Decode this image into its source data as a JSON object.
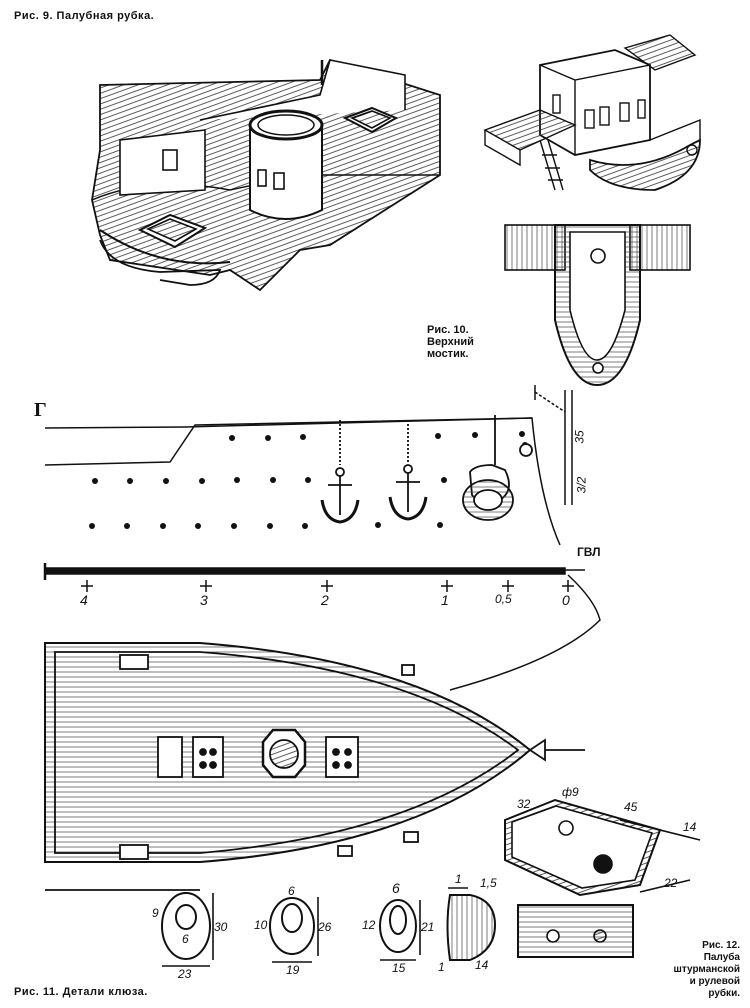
{
  "captions": {
    "fig9": "Рис. 9. Палубная рубка.",
    "fig10_line1": "Рис. 10.",
    "fig10_line2": "Верхний",
    "fig10_line3": "мостик.",
    "fig11": "Рис. 11. Детали клюза.",
    "fig12_line1": "Рис. 12.",
    "fig12_line2": "Палуба",
    "fig12_line3": "штурманской",
    "fig12_line4": "и рулевой",
    "fig12_line5": "рубки."
  },
  "profile": {
    "letter": "Г",
    "waterline_label": "ГВЛ",
    "scale_marks": [
      "4",
      "3",
      "2",
      "1",
      "0,5",
      "0"
    ],
    "side_dims": [
      "35",
      "3/2"
    ]
  },
  "details": {
    "d1": {
      "h": "9",
      "b": "6",
      "w": "23",
      "v": "30"
    },
    "d2": {
      "top": "6",
      "h": "10",
      "w": "19",
      "v": "26"
    },
    "d3": {
      "top": "6",
      "h": "12",
      "w": "15",
      "v": "21"
    },
    "d4": {
      "top": "1",
      "t": "1,5",
      "b1": "1",
      "b2": "14"
    }
  },
  "wheelhouse_dims": [
    "32",
    "ф9",
    "45",
    "14",
    "22"
  ]
}
